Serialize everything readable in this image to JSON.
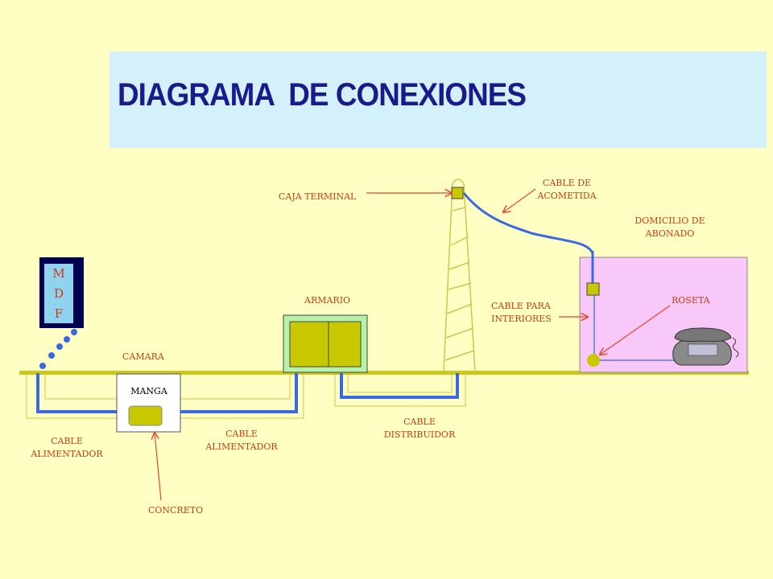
{
  "title": "DIAGRAMA  DE CONEXIONES",
  "mdf": {
    "letters": [
      "M",
      "D",
      "F"
    ]
  },
  "labels": {
    "camara": "CAMARA",
    "manga": "MANGA",
    "cable_alimentador_1": [
      "CABLE",
      "ALIMENTADOR"
    ],
    "cable_alimentador_2": [
      "CABLE",
      "ALIMENTADOR"
    ],
    "concreto": "CONCRETO",
    "armario": "ARMARIO",
    "cable_distribuidor": [
      "CABLE",
      "DISTRIBUIDOR"
    ],
    "caja_terminal": "CAJA TERMINAL",
    "cable_acometida": [
      "CABLE DE",
      "ACOMETIDA"
    ],
    "domicilio": [
      "DOMICILIO  DE",
      "ABONADO"
    ],
    "cable_interiores": [
      "CABLE PARA",
      "INTERIORES"
    ],
    "roseta": "ROSETA"
  },
  "colors": {
    "banner": "#d4f0fb",
    "title": "#1a1a8c",
    "label": "#c83c14",
    "ground": "#c8c81e",
    "cable": "#3a68e0",
    "armario_bg": "#b8f0a8",
    "domicilio_bg": "#f8c8f8",
    "box_fill": "#c8c800"
  }
}
